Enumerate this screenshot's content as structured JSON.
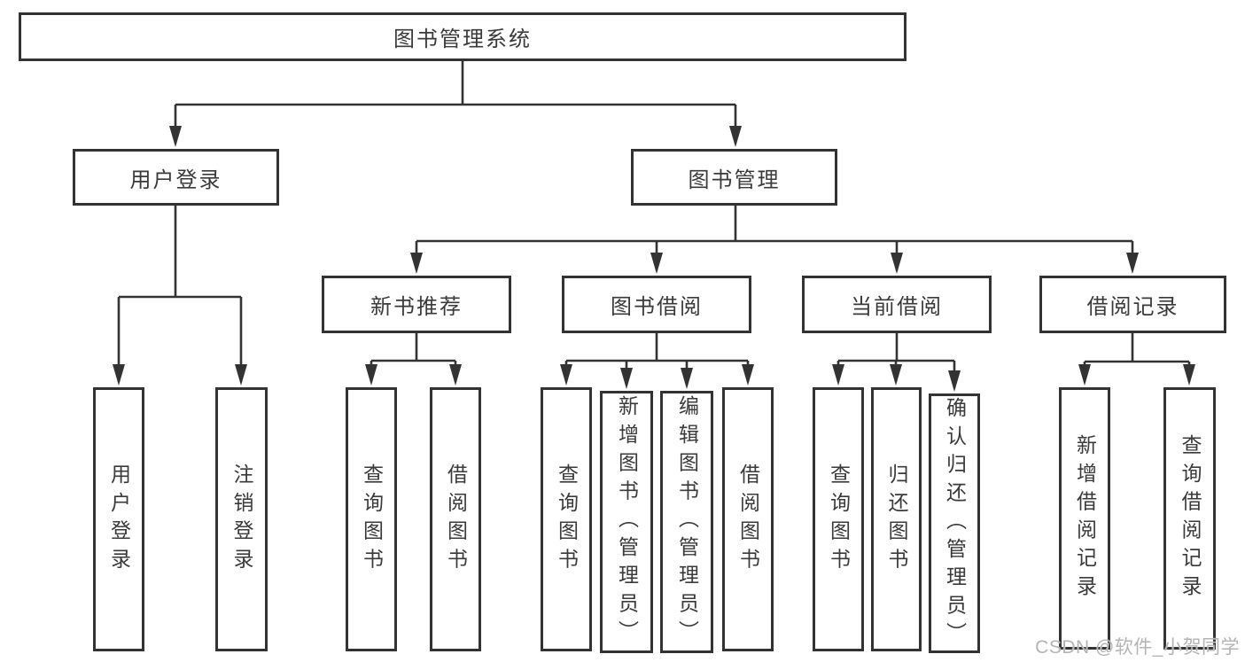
{
  "colors": {
    "line": "#333333",
    "box_border": "#333333",
    "text": "#3a3a3a",
    "background": "#ffffff",
    "watermark": "#b4b4b4"
  },
  "watermark": {
    "text": "CSDN @软件_小贺同学"
  },
  "tree": {
    "label": "图书管理系统",
    "children": [
      {
        "label": "用户登录",
        "children": [
          {
            "label": "用户登录"
          },
          {
            "label": "注销登录"
          }
        ]
      },
      {
        "label": "图书管理",
        "children": [
          {
            "label": "新书推荐",
            "children": [
              {
                "label": "查询图书"
              },
              {
                "label": "借阅图书"
              }
            ]
          },
          {
            "label": "图书借阅",
            "children": [
              {
                "label": "查询图书"
              },
              {
                "label": "新增图书（管理员）"
              },
              {
                "label": "编辑图书（管理员）"
              },
              {
                "label": "借阅图书"
              }
            ]
          },
          {
            "label": "当前借阅",
            "children": [
              {
                "label": "查询图书"
              },
              {
                "label": "归还图书"
              },
              {
                "label": "确认归还（管理员）"
              }
            ]
          },
          {
            "label": "借阅记录",
            "children": [
              {
                "label": "新增借阅记录"
              },
              {
                "label": "查询借阅记录"
              }
            ]
          }
        ]
      }
    ]
  }
}
